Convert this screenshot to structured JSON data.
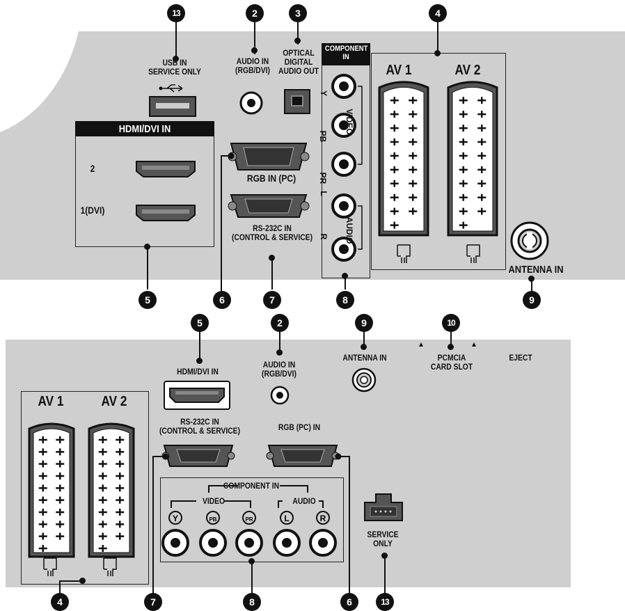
{
  "top_panel": {
    "usb_label": "USB IN\nSERVICE ONLY",
    "audio_in_label": "AUDIO IN\n(RGB/DVI)",
    "optical_label": "OPTICAL\nDIGITAL\nAUDIO OUT",
    "component_header": "COMPONENT\nIN",
    "component_video_label": "VIDEO",
    "component_audio_label": "AUDIO",
    "component_jack_labels": [
      "Y",
      "PB",
      "PR",
      "L",
      "R"
    ],
    "av1_label": "AV 1",
    "av2_label": "AV 2",
    "hdmi_header": "HDMI/DVI IN",
    "hdmi_port_labels": [
      "2",
      "1(DVI)"
    ],
    "rgb_label": "RGB IN (PC)",
    "rs232_label": "RS-232C IN\n(CONTROL & SERVICE)",
    "antenna_label": "ANTENNA IN"
  },
  "bottom_panel": {
    "hdmi_label": "HDMI/DVI IN",
    "audio_in_label": "AUDIO IN\n(RGB/DVI)",
    "antenna_label": "ANTENNA IN",
    "pcmcia_label": "PCMCIA\nCARD SLOT",
    "eject_label": "EJECT",
    "av1_label": "AV 1",
    "av2_label": "AV 2",
    "rs232_label": "RS-232C IN\n(CONTROL & SERVICE)",
    "rgb_label": "RGB (PC) IN",
    "component_header": "COMPONENT IN",
    "video_label": "VIDEO",
    "audio_label": "AUDIO",
    "jack_letters": [
      "Y",
      "PB",
      "PR",
      "L",
      "R"
    ],
    "service_label": "SERVICE\nONLY"
  },
  "callouts": {
    "top": [
      "13",
      "2",
      "3",
      "4",
      "5",
      "6",
      "7",
      "8",
      "9"
    ],
    "bottom": [
      "5",
      "2",
      "9",
      "10",
      "4",
      "7",
      "8",
      "6",
      "13"
    ]
  },
  "colors": {
    "panel": "#cfcfcf",
    "port": "#555555",
    "line": "#111111"
  }
}
